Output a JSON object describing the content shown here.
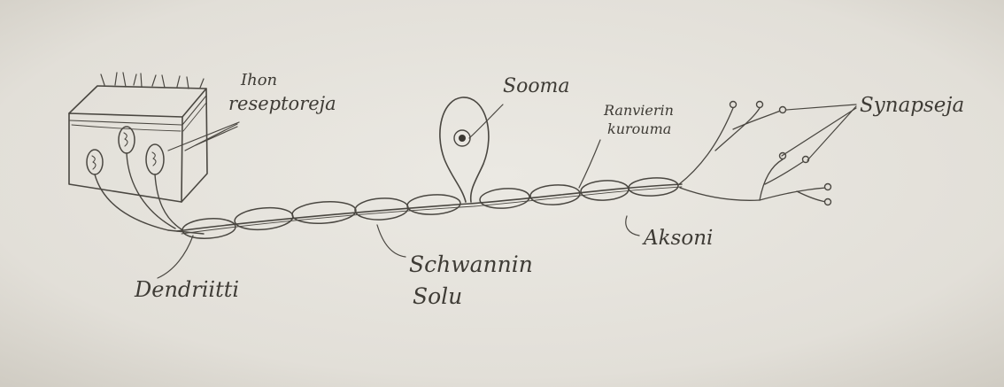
{
  "labels": {
    "ihon": "Ihon",
    "reseptoreja": "reseptoreja",
    "sooma": "Sooma",
    "ranvierin": "Ranvierin",
    "kurouma": "kurouma",
    "synapseja": "Synapseja",
    "aksoni": "Aksoni",
    "schwannin": "Schwannin",
    "solu": "Solu",
    "dendriitti": "Dendriitti"
  },
  "colors": {
    "paper": "#e3e0d9",
    "pencil": "#4a4741"
  }
}
